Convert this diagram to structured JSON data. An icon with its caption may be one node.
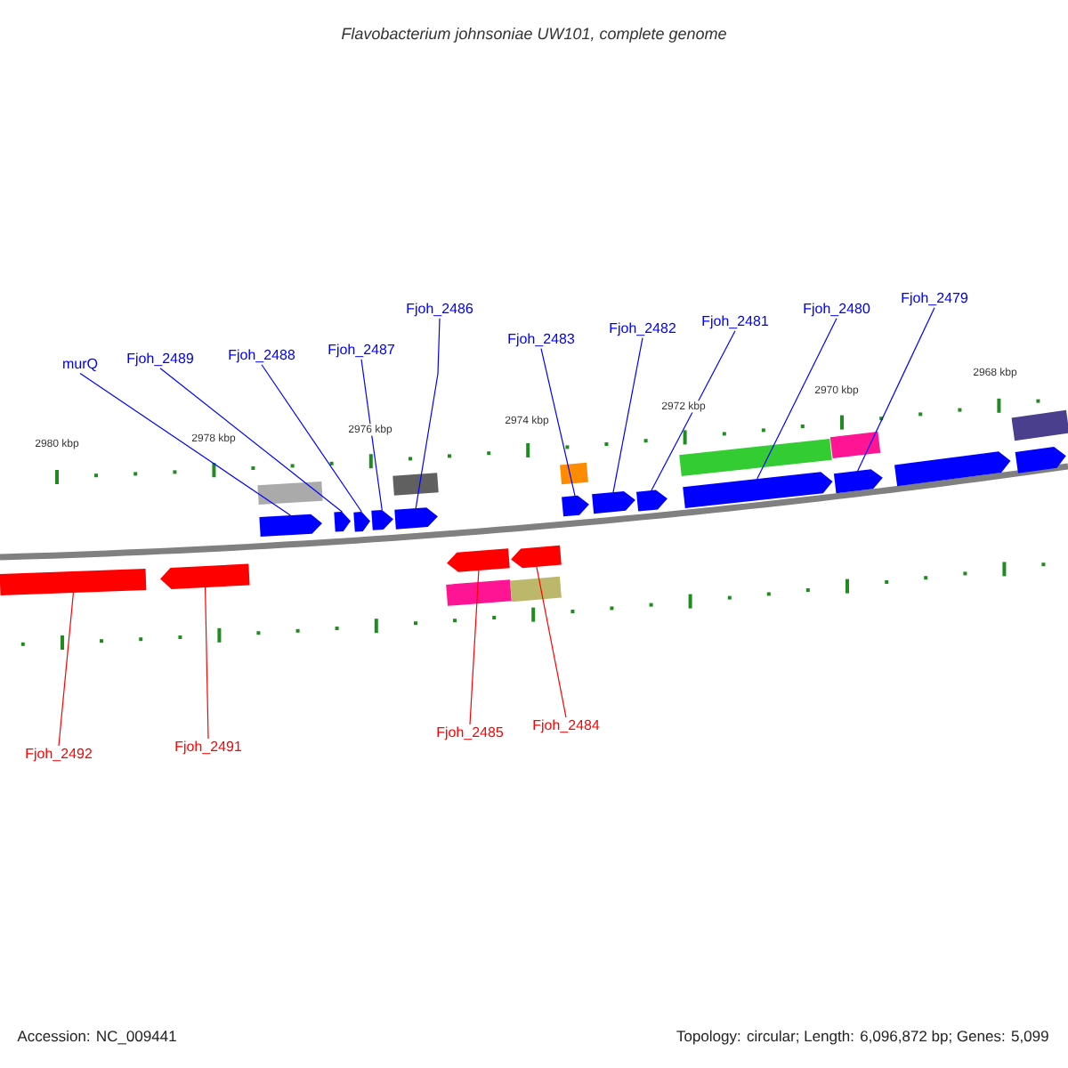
{
  "diagram": {
    "title": "Flavobacterium johnsoniae UW101, complete genome",
    "nodes": [
      {
        "text": [
          "murQ"
        ]
      },
      {
        "text": [
          "Fjoh_2489"
        ]
      },
      {
        "text": [
          "Fjoh_2488"
        ]
      },
      {
        "text": [
          "Fjoh_2487"
        ]
      },
      {
        "text": [
          "Fjoh_2486"
        ]
      },
      {
        "text": [
          "Fjoh_2483"
        ]
      },
      {
        "text": [
          "Fjoh_2482"
        ]
      },
      {
        "text": [
          "Fjoh_2481"
        ]
      },
      {
        "text": [
          "Fjoh_2480"
        ]
      },
      {
        "text": [
          "Fjoh_2479"
        ]
      },
      {
        "text": [
          "Fjoh_2492"
        ]
      },
      {
        "text": [
          "Fjoh_2491"
        ]
      },
      {
        "text": [
          "Fjoh_2485"
        ]
      },
      {
        "text": [
          "Fjoh_2484"
        ]
      },
      {
        "text": [],
        "shape": "arrow"
      },
      {
        "text": [],
        "shape": "arrow"
      },
      {
        "text": [],
        "shape": "arrow"
      },
      {
        "text": [],
        "shape": "arrow"
      },
      {
        "text": [],
        "shape": "arrow"
      },
      {
        "text": [],
        "shape": "arrow"
      },
      {
        "text": [],
        "shape": "arrow"
      },
      {
        "text": [],
        "shape": "arrow"
      },
      {
        "text": [],
        "shape": "arrow"
      },
      {
        "text": [],
        "shape": "arrow"
      },
      {
        "text": [],
        "shape": "arrow"
      },
      {
        "text": [],
        "shape": "arrow"
      },
      {
        "text": [],
        "shape": "bar"
      },
      {
        "text": [],
        "shape": "arrow"
      },
      {
        "text": [],
        "shape": "arrow"
      },
      {
        "text": [],
        "shape": "arrow"
      },
      {
        "text": [],
        "shape": "bar"
      },
      {
        "text": [],
        "shape": "bar"
      },
      {
        "text": [],
        "shape": "bar"
      },
      {
        "text": [],
        "shape": "bar"
      },
      {
        "text": [],
        "shape": "bar"
      },
      {
        "text": [],
        "shape": "bar"
      },
      {
        "text": [],
        "shape": "bar"
      },
      {
        "text": [],
        "shape": "bar"
      }
    ],
    "edges": [
      {
        "from": 0,
        "to": 14,
        "arrow": "none"
      },
      {
        "from": 1,
        "to": 15,
        "arrow": "none"
      },
      {
        "from": 2,
        "to": 16,
        "arrow": "none"
      },
      {
        "from": 3,
        "to": 17,
        "arrow": "none"
      },
      {
        "from": 4,
        "to": 18,
        "arrow": "none"
      },
      {
        "from": 5,
        "to": 19,
        "arrow": "none"
      },
      {
        "from": 6,
        "to": 20,
        "arrow": "none"
      },
      {
        "from": 7,
        "to": 21,
        "arrow": "none"
      },
      {
        "from": 8,
        "to": 22,
        "arrow": "none"
      },
      {
        "from": 9,
        "to": 23,
        "arrow": "none"
      },
      {
        "from": 10,
        "to": 26,
        "arrow": "none",
        "color": "#ff0000"
      },
      {
        "from": 11,
        "to": 27,
        "arrow": "none",
        "color": "#ff0000"
      },
      {
        "from": 12,
        "to": 28,
        "arrow": "none",
        "color": "#ff0000"
      },
      {
        "from": 13,
        "to": 29,
        "arrow": "none",
        "color": "#ff0000"
      }
    ],
    "labels": [
      "2980 kbp",
      "2978 kbp",
      "2976 kbp",
      "2974 kbp",
      "2972 kbp",
      "2970 kbp",
      "2968 kbp",
      "Accession: NC_009441",
      "Topology: circular; Length: 6,096,872 bp; Genes: 5,099"
    ]
  }
}
